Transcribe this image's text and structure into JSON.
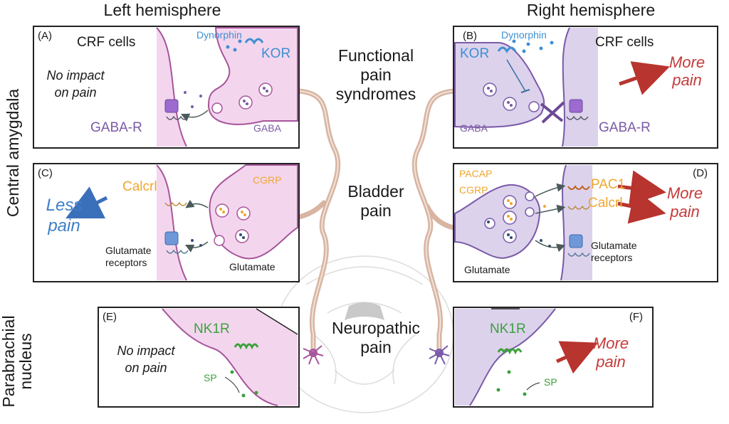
{
  "headers": {
    "left": "Left hemisphere",
    "right": "Right hemisphere"
  },
  "side_labels": {
    "amygdala": "Central amygdala",
    "parabrachial_line1": "Parabrachial",
    "parabrachial_line2": "nucleus"
  },
  "center_labels": {
    "functional_line1": "Functional",
    "functional_line2": "pain",
    "functional_line3": "syndromes",
    "bladder_line1": "Bladder",
    "bladder_line2": "pain",
    "neuropathic_line1": "Neuropathic",
    "neuropathic_line2": "pain"
  },
  "panels": {
    "A": {
      "letter": "(A)",
      "crf": "CRF cells",
      "dynorphin": "Dynorphin",
      "kor": "KOR",
      "effect_line1": "No impact",
      "effect_line2": "on pain",
      "gabar": "GABA-R",
      "gaba": "GABA"
    },
    "B": {
      "letter": "(B)",
      "crf": "CRF cells",
      "dynorphin": "Dynorphin",
      "kor": "KOR",
      "effect_line1": "More",
      "effect_line2": "pain",
      "gabar": "GABA-R",
      "gaba": "GABA"
    },
    "C": {
      "letter": "(C)",
      "calcrl": "Calcrl",
      "cgrp": "CGRP",
      "effect_line1": "Less",
      "effect_line2": "pain",
      "glur_line1": "Glutamate",
      "glur_line2": "receptors",
      "glutamate": "Glutamate"
    },
    "D": {
      "letter": "(D)",
      "pacap": "PACAP",
      "cgrp": "CGRP",
      "pac1": "PAC1",
      "calcrl": "Calcrl",
      "effect_line1": "More",
      "effect_line2": "pain",
      "glutamate": "Glutamate",
      "glur_line1": "Glutamate",
      "glur_line2": "receptors"
    },
    "E": {
      "letter": "(E)",
      "nk1r": "NK1R",
      "effect_line1": "No impact",
      "effect_line2": "on pain",
      "sp": "SP"
    },
    "F": {
      "letter": "(F)",
      "nk1r": "NK1R",
      "effect_line1": "More",
      "effect_line2": "pain",
      "sp": "SP"
    }
  },
  "colors": {
    "left_cell": "#f3d6ee",
    "right_cell": "#dcd2ec",
    "left_outline": "#a7559a",
    "right_outline": "#7a5aa8",
    "dynorphin_blue": "#3f8fd2",
    "gaba_purple": "#7b5aa6",
    "cgrp_orange": "#f0a630",
    "more_pain_red": "#c63a3a",
    "less_pain_blue": "#3f7fc8",
    "nk1r_green": "#3ca13c",
    "axon": "#d9b8a8"
  }
}
